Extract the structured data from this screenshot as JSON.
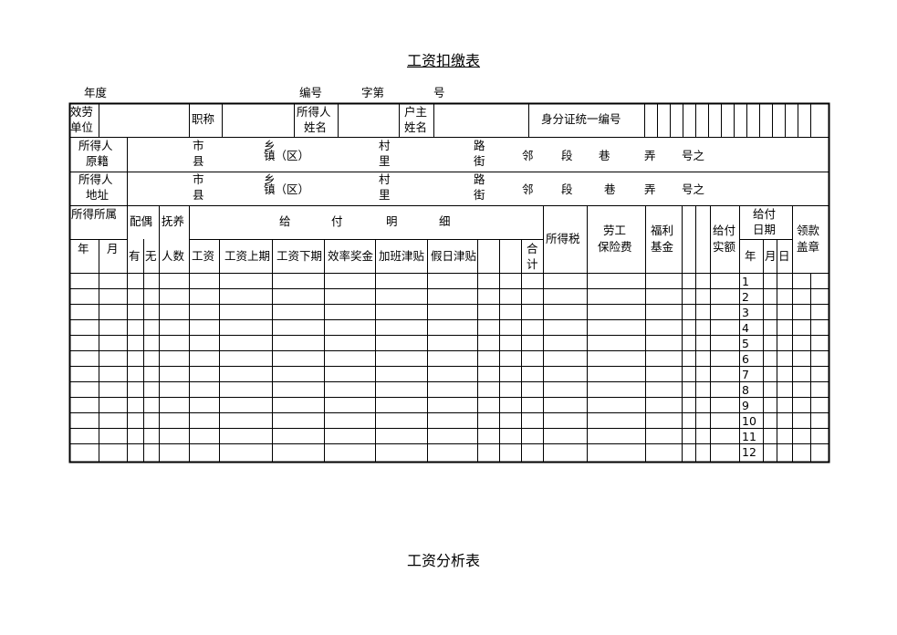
{
  "title": "工资扣缴表",
  "header": {
    "year_label": "年度",
    "number_label": "编号",
    "zi_di_label": "字第",
    "hao_label": "号"
  },
  "row1": {
    "unit": [
      "效劳",
      "单位"
    ],
    "position": "职称",
    "earner_name": [
      "所得人",
      "姓名"
    ],
    "household_head": [
      "户主",
      "姓名"
    ],
    "id_number": "身分证统一编号"
  },
  "address_rows": [
    {
      "label": [
        "所得人",
        "原籍"
      ],
      "shi": "市",
      "xian": "县",
      "xiang": "乡",
      "zhen": "镇（区）",
      "cun": "村",
      "li": "里",
      "lu": "路",
      "jie": "街",
      "tail": [
        "邻",
        "段",
        "巷",
        "弄",
        "号之"
      ]
    },
    {
      "label": [
        "所得人",
        "地址"
      ],
      "shi": "市",
      "xian": "县",
      "xiang": "乡",
      "zhen": "镇（区）",
      "cun": "村",
      "li": "里",
      "lu": "路",
      "jie": "街",
      "tail": [
        "邻",
        "段",
        "巷",
        "弄",
        "号之"
      ]
    }
  ],
  "columns": {
    "period": "所得所属",
    "year": "年",
    "month": "月",
    "spouse": "配偶",
    "has": "有",
    "none": "无",
    "dependents": "抚养",
    "headcount": "人数",
    "detail_chars": [
      "给",
      "付",
      "明",
      "细"
    ],
    "wage": "工资",
    "wage_first": "工资上期",
    "wage_second": "工资下期",
    "bonus": "效率奖金",
    "overtime": "加班津贴",
    "holiday": "假日津贴",
    "total": [
      "合",
      "计"
    ],
    "income_tax": "所得税",
    "labor_insurance": [
      "劳工",
      "保险费"
    ],
    "welfare": [
      "福利",
      "基金"
    ],
    "net_paid": [
      "给付",
      "实额"
    ],
    "pay_date": [
      "给付",
      "日期"
    ],
    "date_year": "年",
    "date_month": "月",
    "date_day": "日",
    "receipt": [
      "领款",
      "盖章"
    ]
  },
  "row_numbers": [
    "1",
    "2",
    "3",
    "4",
    "5",
    "6",
    "7",
    "8",
    "9",
    "10",
    "11",
    "12"
  ],
  "footer_title": "工资分析表"
}
